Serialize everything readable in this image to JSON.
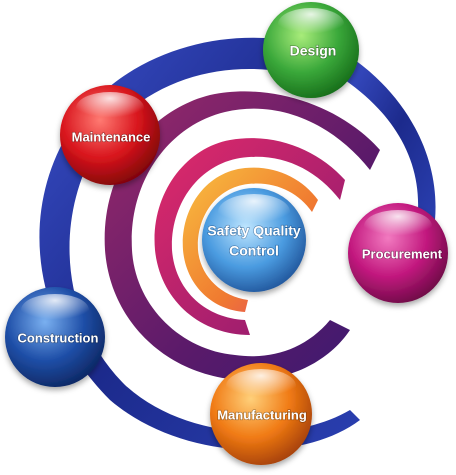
{
  "center": {
    "line1": "Safety Quality",
    "line2": "Control",
    "color": "#3f8fd8"
  },
  "nodes": [
    {
      "id": "design",
      "label": "Design",
      "color": "#3aa83a"
    },
    {
      "id": "procurement",
      "label": "Procurement",
      "color": "#c2187e"
    },
    {
      "id": "manufacturing",
      "label": "Manufacturing",
      "color": "#f07a14"
    },
    {
      "id": "construction",
      "label": "Construction",
      "color": "#1f4fa8"
    },
    {
      "id": "maintenance",
      "label": "Maintenance",
      "color": "#d8141c"
    }
  ],
  "swirl_colors": {
    "outer_blue": "#1f2f9a",
    "purple": "#6a1b6e",
    "magenta": "#c41a6e",
    "orange": "#f0a030"
  }
}
